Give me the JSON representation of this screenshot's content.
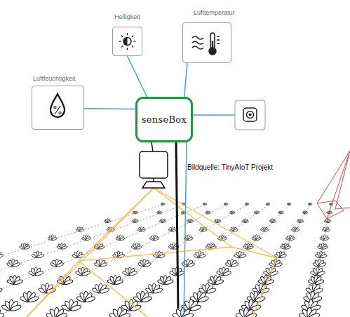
{
  "diagram": {
    "nodes": [
      {
        "text": [
          "Helligkeit"
        ]
      },
      {
        "text": [
          "Lufttemperatur"
        ]
      },
      {
        "text": [
          "Luftfeuchtigkeit"
        ]
      },
      {
        "text": [
          "senseBox"
        ]
      }
    ],
    "edges": [
      {
        "from": 3,
        "to": 0,
        "arrow": "none"
      },
      {
        "from": 3,
        "to": 1,
        "arrow": "none"
      },
      {
        "from": 3,
        "to": 2,
        "arrow": "none"
      }
    ],
    "labels": [
      "Bildquelle: TinyAIoT Projekt"
    ]
  }
}
